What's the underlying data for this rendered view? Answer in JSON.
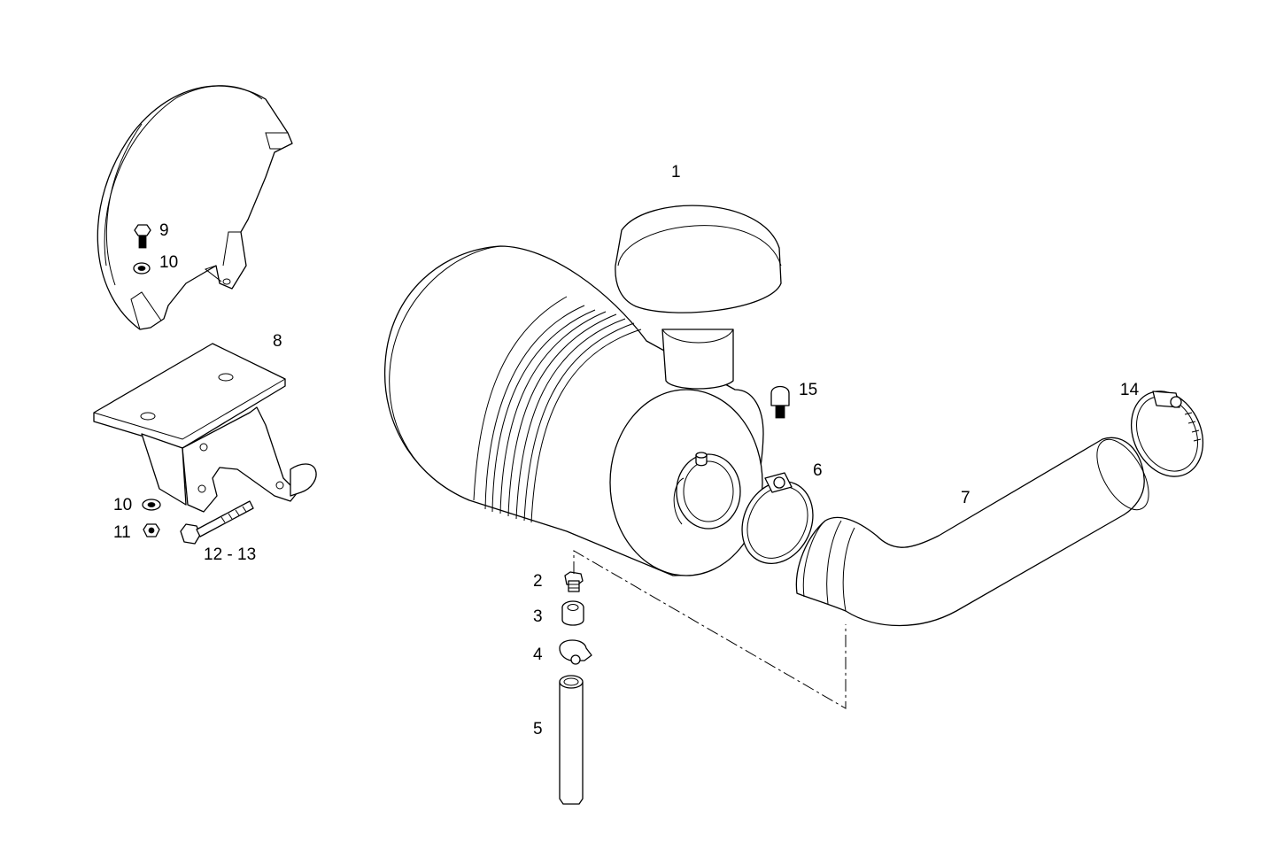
{
  "callouts": {
    "c1": "1",
    "c2": "2",
    "c3": "3",
    "c4": "4",
    "c5": "5",
    "c6": "6",
    "c7": "7",
    "c8": "8",
    "c9": "9",
    "c10a": "10",
    "c10b": "10",
    "c11": "11",
    "c12_13": "12 - 13",
    "c14": "14",
    "c15": "15"
  },
  "colors": {
    "line": "#000000",
    "background": "#ffffff"
  }
}
